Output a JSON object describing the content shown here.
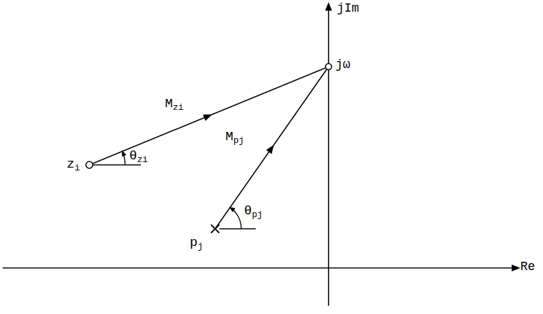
{
  "diagram": {
    "labels": [
      "jIm",
      "jω",
      "Mzi",
      "θzi",
      "zi",
      "Mpj",
      "θpj",
      "pj",
      "Re"
    ]
  }
}
